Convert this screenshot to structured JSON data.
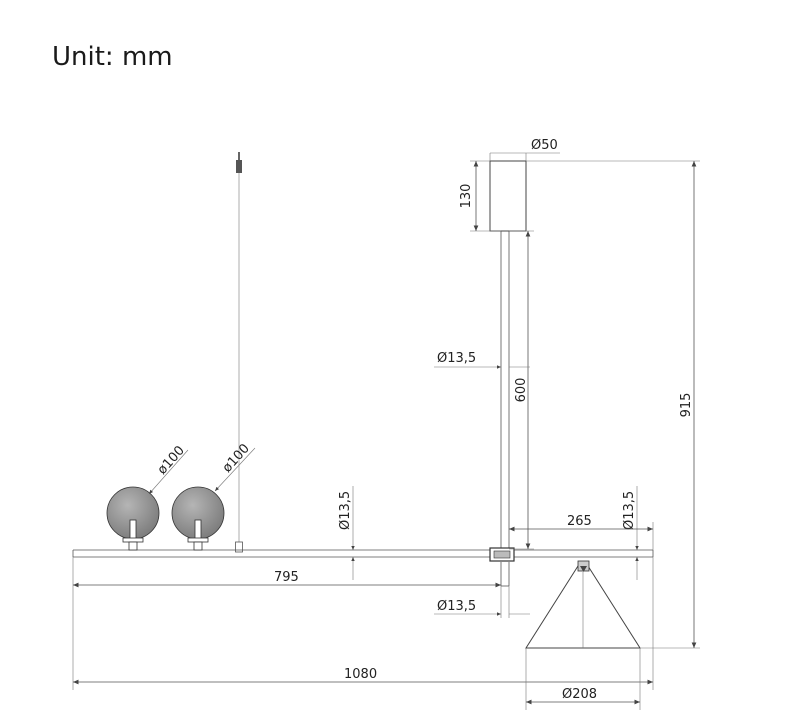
{
  "title": "Unit: mm",
  "dimensions": {
    "canopy_diameter": "Ø50",
    "canopy_height": "130",
    "rod_diameter_top": "Ø13,5",
    "rod_length": "600",
    "total_height": "915",
    "globe_diameter_1": "ø100",
    "globe_diameter_2": "ø100",
    "bar_thickness_left": "Ø13,5",
    "bar_thickness_right": "Ø13,5",
    "right_arm_length": "265",
    "left_arm_length": "795",
    "rod_diameter_bottom": "Ø13,5",
    "bar_total_length": "1080",
    "cone_diameter": "Ø208"
  },
  "colors": {
    "line": "#555555",
    "globe_fill": "#8e8e8e"
  }
}
